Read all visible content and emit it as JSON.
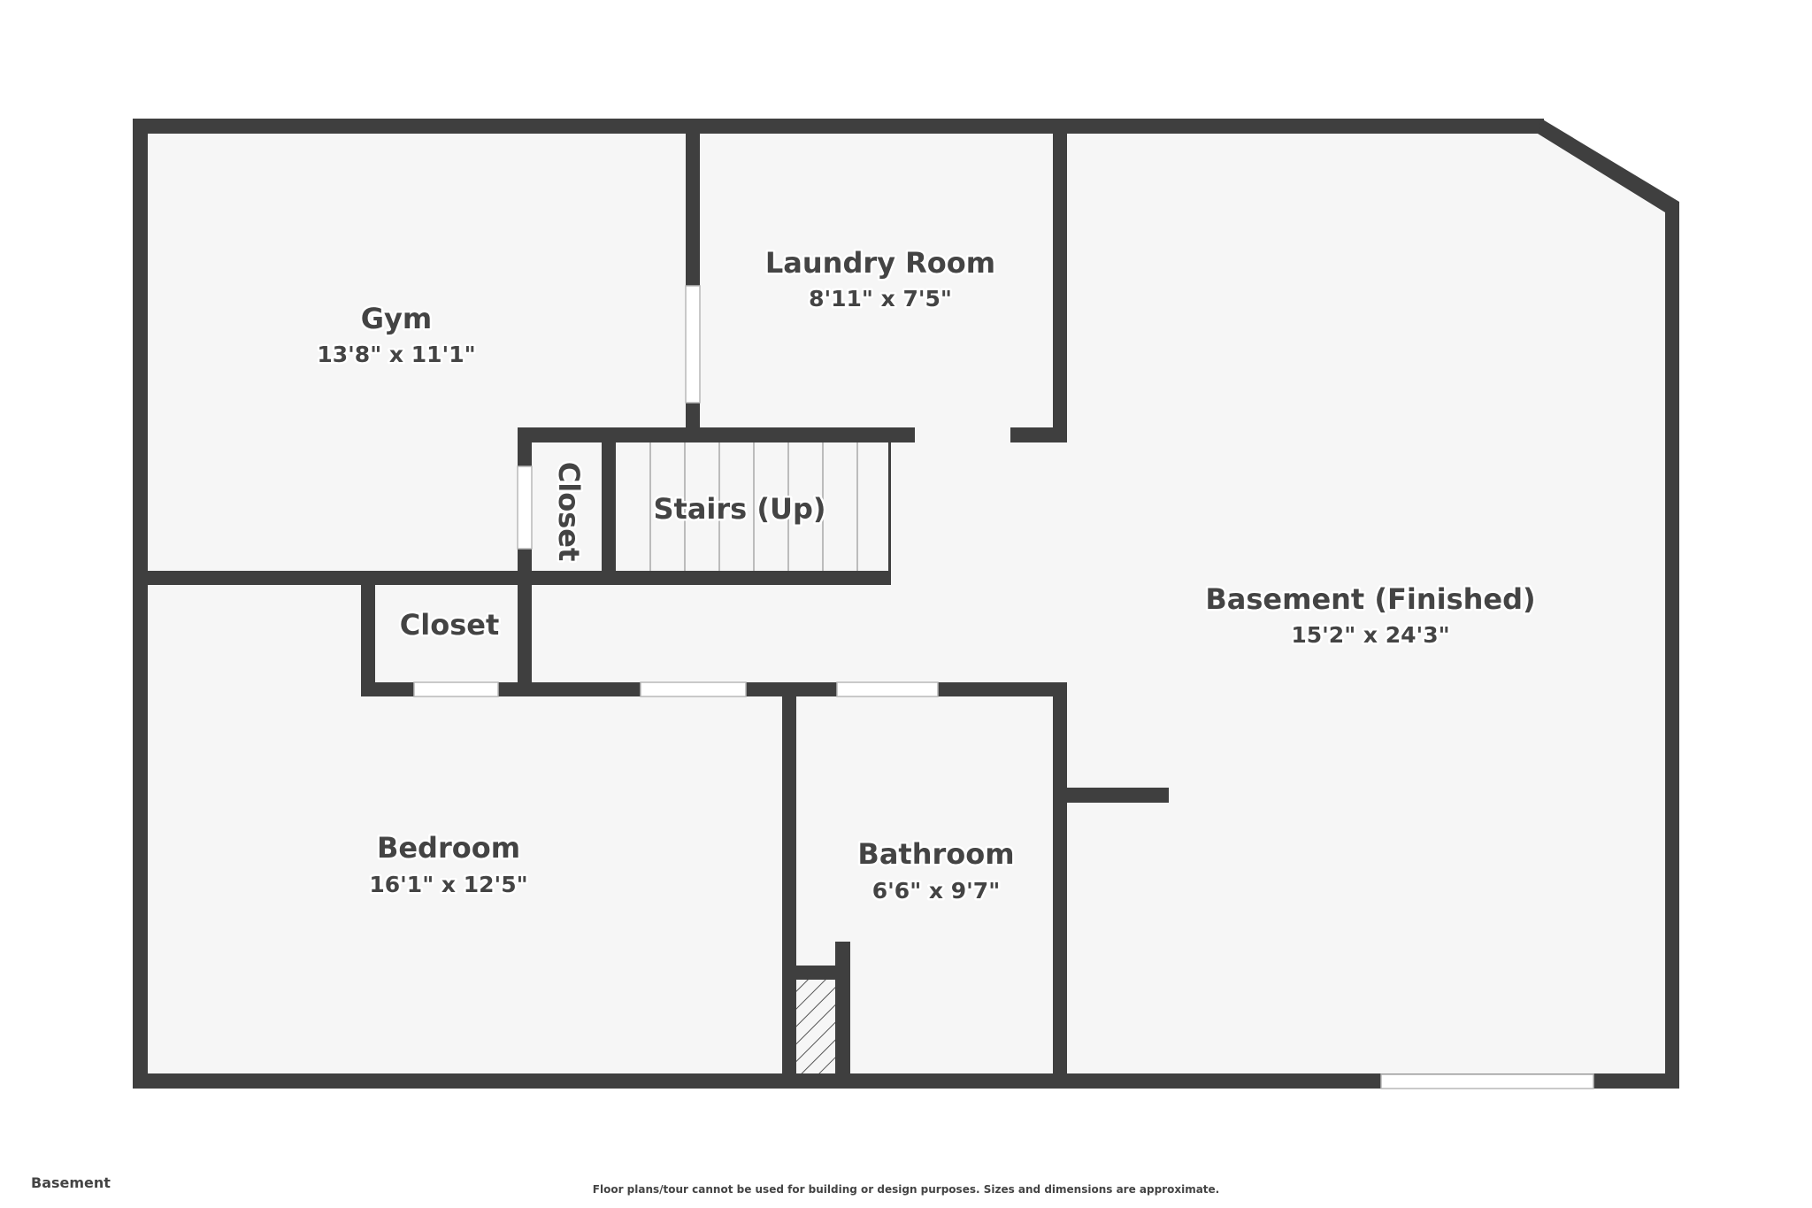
{
  "floor_plan": {
    "floor_name": "Basement",
    "disclaimer": "Floor plans/tour cannot be used for building or design purposes. Sizes and dimensions are approximate.",
    "colors": {
      "wall": "#3f3f3f",
      "floor": "#f6f6f6",
      "text": "#444444",
      "opening": "#ffffff"
    },
    "rooms": [
      {
        "name": "Gym",
        "dimensions": "13'8\" x 11'1\""
      },
      {
        "name": "Laundry Room",
        "dimensions": "8'11\" x 7'5\""
      },
      {
        "name": "Basement (Finished)",
        "dimensions": "15'2\" x 24'3\""
      },
      {
        "name": "Bedroom",
        "dimensions": "16'1\" x 12'5\""
      },
      {
        "name": "Bathroom",
        "dimensions": "6'6\" x 9'7\""
      },
      {
        "name": "Closet"
      },
      {
        "name": "Closet"
      },
      {
        "name": "Stairs (Up)"
      }
    ]
  }
}
